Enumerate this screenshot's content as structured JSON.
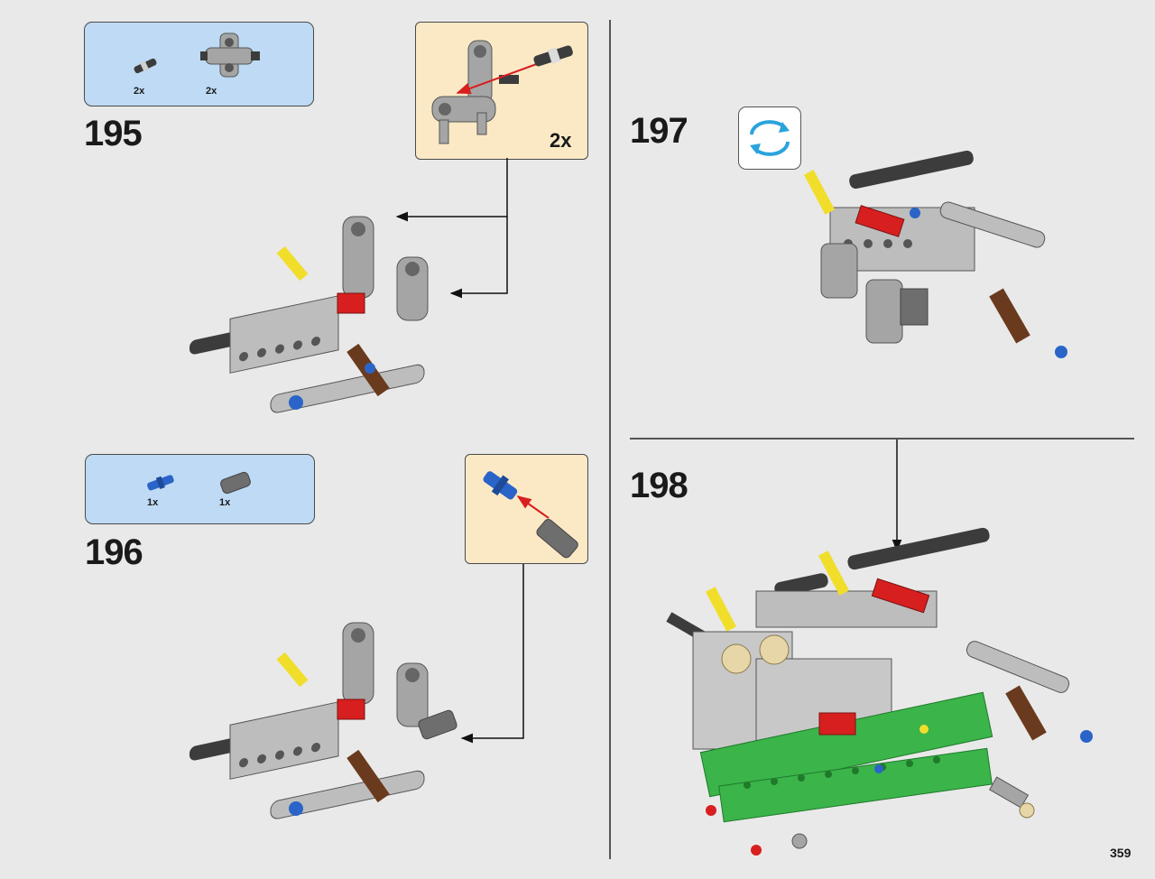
{
  "steps": [
    {
      "number": "195",
      "parts": [
        {
          "qty": "2x"
        },
        {
          "qty": "2x"
        }
      ],
      "sub_qty": "2x"
    },
    {
      "number": "196",
      "parts": [
        {
          "qty": "1x"
        },
        {
          "qty": "1x"
        }
      ]
    },
    {
      "number": "197"
    },
    {
      "number": "198"
    }
  ],
  "page_number": "359",
  "colors": {
    "background": "#e9e9e9",
    "parts_box": "#bedaf4",
    "subassembly_box": "#fbe9c6",
    "technic_gray": "#a5a5a5",
    "technic_dark": "#3c3c3c",
    "red": "#d81f1f",
    "green": "#3bb44a",
    "yellow": "#f1de2b",
    "blue": "#2a64c8",
    "brown": "#6a3a1e",
    "rotate_arrow": "#2aa3dc"
  },
  "icons": [
    "rotate-model-icon"
  ]
}
